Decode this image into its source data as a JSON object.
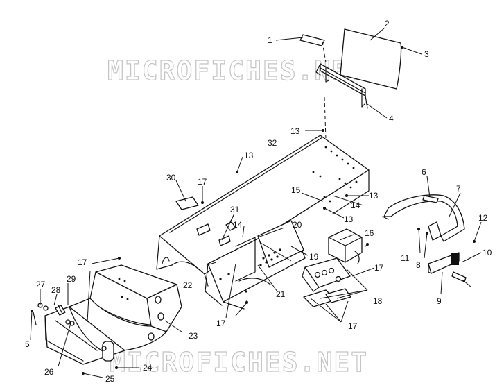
{
  "watermarks": [
    "MICROFICHES.NET",
    "MICROFICHES.NET"
  ],
  "callouts": [
    "1",
    "2",
    "3",
    "4",
    "13",
    "32",
    "13",
    "30",
    "17",
    "31",
    "15",
    "14",
    "13",
    "13",
    "14",
    "20",
    "16",
    "19",
    "17",
    "22",
    "21",
    "18",
    "17",
    "17",
    "27",
    "28",
    "29",
    "17",
    "23",
    "26",
    "24",
    "25",
    "5",
    "6",
    "7",
    "12",
    "11",
    "8",
    "10",
    "9"
  ]
}
